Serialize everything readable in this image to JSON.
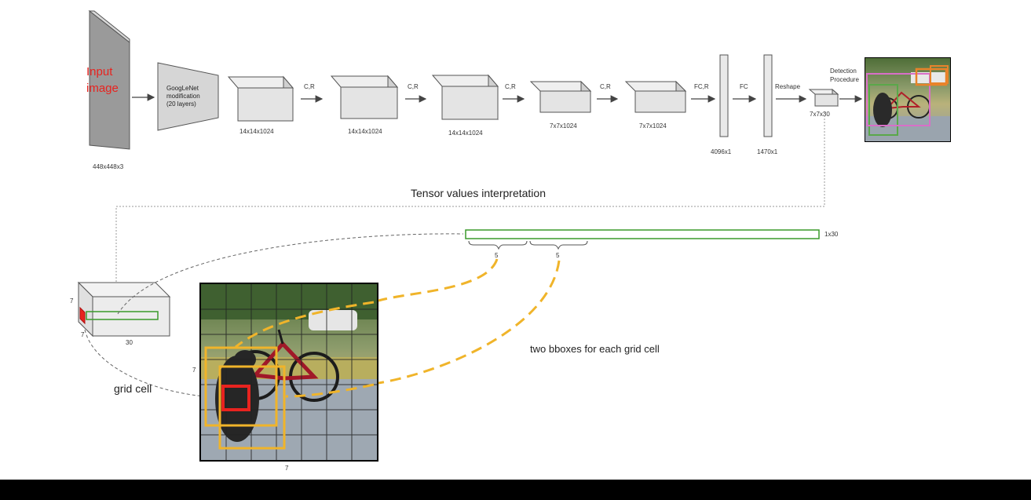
{
  "pipeline": {
    "input_title_line1": "Input",
    "input_title_line2": "image",
    "input_size": "448x448x3",
    "googlenet_line1": "GoogLeNet",
    "googlenet_line2": "modification",
    "googlenet_line3": "(20 layers)",
    "arrow_labels": [
      "C,R",
      "C,R",
      "C,R",
      "C,R",
      "FC,R",
      "FC",
      "Reshape"
    ],
    "block_sizes": [
      "14x14x1024",
      "14x14x1024",
      "14x14x1024",
      "7x7x1024",
      "7x7x1024"
    ],
    "fc1_size": "4096x1",
    "fc2_size": "1470x1",
    "output_size": "7x7x30",
    "detection_line1": "Detection",
    "detection_line2": "Procedure"
  },
  "interpretation": {
    "title": "Tensor values interpretation",
    "vector_label": "1x30",
    "brace_left": "5",
    "brace_right": "5",
    "cube_height": "7",
    "cube_depth": "7",
    "cube_width": "30",
    "grid_cell_label": "grid cell",
    "grid_side_label": "7",
    "grid_bottom_label": "7",
    "bbox_note": "two bboxes for each grid cell"
  },
  "colors": {
    "accent_red": "#e8231f",
    "vector_green": "#3a9a2a",
    "bbox_yellow": "#f0b42a",
    "dash_gold": "#f0b42a"
  }
}
